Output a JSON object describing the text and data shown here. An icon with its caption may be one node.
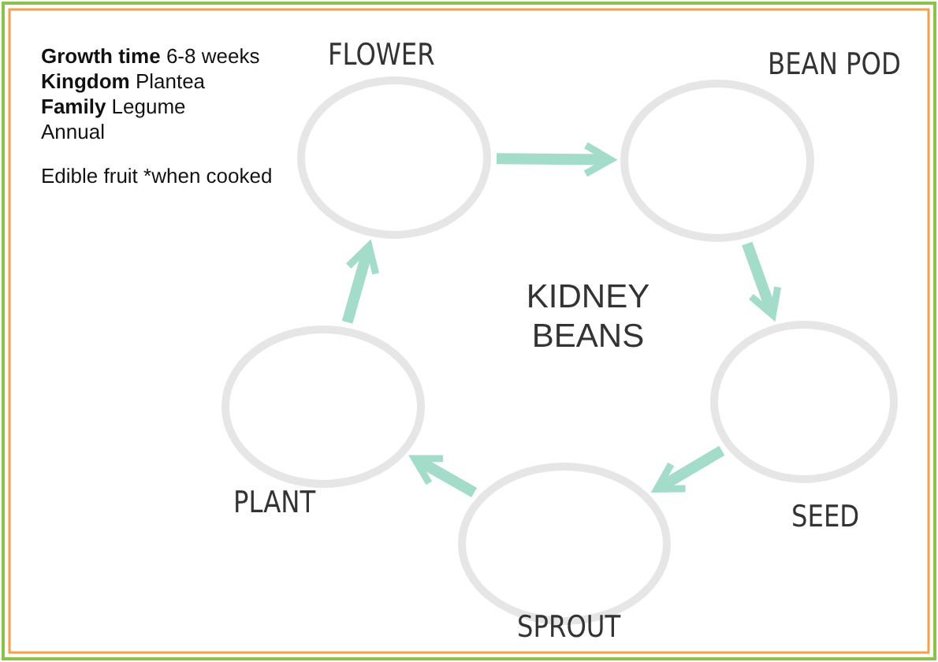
{
  "diagram": {
    "nodes": [
      {
        "text": [
          "FLOWER"
        ]
      },
      {
        "text": [
          "BEAN POD"
        ]
      },
      {
        "text": [
          "SEED"
        ]
      },
      {
        "text": [
          "SPROUT"
        ]
      },
      {
        "text": [
          "PLANT"
        ]
      }
    ],
    "edges": [
      {
        "from": 0,
        "to": 1,
        "arrow": "to"
      },
      {
        "from": 1,
        "to": 2,
        "arrow": "to"
      },
      {
        "from": 2,
        "to": 3,
        "arrow": "to"
      },
      {
        "from": 3,
        "to": 4,
        "arrow": "to"
      },
      {
        "from": 4,
        "to": 0,
        "arrow": "to"
      }
    ],
    "labels": [
      "**Growth time** 6-8 weeks",
      "**Kingdom** Plantea",
      "**Family** Legume",
      "Annual",
      "Edible fruit *when cooked",
      "KIDNEY BEANS"
    ]
  }
}
